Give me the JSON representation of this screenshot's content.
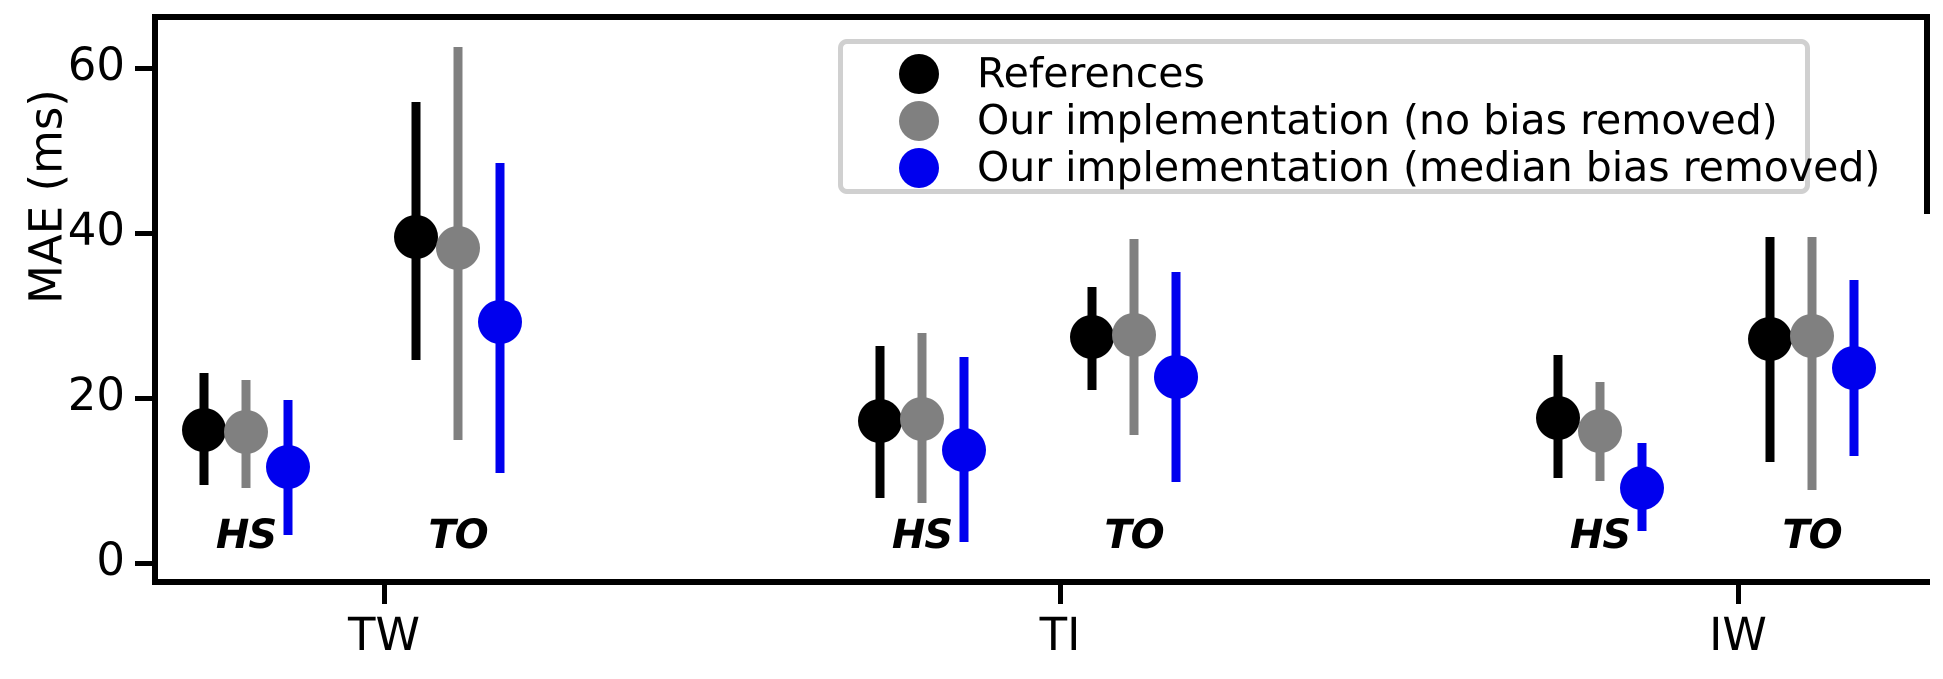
{
  "chart_data": {
    "type": "scatter",
    "title": "",
    "xlabel": "",
    "ylabel": "MAE (ms)",
    "ylim": [
      0,
      65
    ],
    "yticks": [
      0,
      20,
      40,
      60
    ],
    "ytick_labels": [
      "0",
      "20",
      "40",
      "60"
    ],
    "grid": false,
    "legend_position": "top-center",
    "x_categories": [
      "TW",
      "TI",
      "IW"
    ],
    "sub_categories": [
      "HS",
      "TO"
    ],
    "series": [
      {
        "name": "References",
        "color": "#000000"
      },
      {
        "name": "Our implementation (no bias removed)",
        "color": "#808080"
      },
      {
        "name": "Our implementation (median bias removed)",
        "color": "#0000ee"
      }
    ],
    "points": [
      {
        "group": "TW",
        "event": "HS",
        "series": "References",
        "value": 16.1,
        "low": 9.5,
        "high": 23.0
      },
      {
        "group": "TW",
        "event": "HS",
        "series": "Our implementation (no bias removed)",
        "value": 15.9,
        "low": 9.1,
        "high": 22.2
      },
      {
        "group": "TW",
        "event": "HS",
        "series": "Our implementation (median bias removed)",
        "value": 11.6,
        "low": 3.4,
        "high": 19.8
      },
      {
        "group": "TW",
        "event": "TO",
        "series": "References",
        "value": 39.5,
        "low": 24.6,
        "high": 55.9
      },
      {
        "group": "TW",
        "event": "TO",
        "series": "Our implementation (no bias removed)",
        "value": 38.2,
        "low": 14.9,
        "high": 62.5
      },
      {
        "group": "TW",
        "event": "TO",
        "series": "Our implementation (median bias removed)",
        "value": 29.2,
        "low": 10.9,
        "high": 48.5
      },
      {
        "group": "TI",
        "event": "HS",
        "series": "References",
        "value": 17.2,
        "low": 7.9,
        "high": 26.3
      },
      {
        "group": "TI",
        "event": "HS",
        "series": "Our implementation (no bias removed)",
        "value": 17.5,
        "low": 7.3,
        "high": 27.9
      },
      {
        "group": "TI",
        "event": "HS",
        "series": "Our implementation (median bias removed)",
        "value": 13.7,
        "low": 2.5,
        "high": 25.0
      },
      {
        "group": "TI",
        "event": "TO",
        "series": "References",
        "value": 27.4,
        "low": 21.0,
        "high": 33.5
      },
      {
        "group": "TI",
        "event": "TO",
        "series": "Our implementation (no bias removed)",
        "value": 27.6,
        "low": 15.5,
        "high": 39.3
      },
      {
        "group": "TI",
        "event": "TO",
        "series": "Our implementation (median bias removed)",
        "value": 22.5,
        "low": 9.8,
        "high": 35.3
      },
      {
        "group": "IW",
        "event": "HS",
        "series": "References",
        "value": 17.6,
        "low": 10.3,
        "high": 25.2
      },
      {
        "group": "IW",
        "event": "HS",
        "series": "Our implementation (no bias removed)",
        "value": 16.0,
        "low": 9.9,
        "high": 21.9
      },
      {
        "group": "IW",
        "event": "HS",
        "series": "Our implementation (median bias removed)",
        "value": 9.1,
        "low": 3.9,
        "high": 14.5
      },
      {
        "group": "IW",
        "event": "TO",
        "series": "References",
        "value": 27.2,
        "low": 12.2,
        "high": 39.5
      },
      {
        "group": "IW",
        "event": "TO",
        "series": "Our implementation (no bias removed)",
        "value": 27.5,
        "low": 8.8,
        "high": 39.5
      },
      {
        "group": "IW",
        "event": "TO",
        "series": "Our implementation (median bias removed)",
        "value": 23.6,
        "low": 13.0,
        "high": 34.3
      }
    ]
  },
  "axis": {
    "ylabel": "MAE (ms)",
    "ytick_labels": [
      "0",
      "20",
      "40",
      "60"
    ],
    "xtick_labels": [
      "TW",
      "TI",
      "IW"
    ]
  },
  "group_labels": [
    {
      "text": "HS",
      "group": "TW"
    },
    {
      "text": "TO",
      "group": "TW"
    },
    {
      "text": "HS",
      "group": "TI"
    },
    {
      "text": "TO",
      "group": "TI"
    },
    {
      "text": "HS",
      "group": "IW"
    },
    {
      "text": "TO",
      "group": "IW"
    }
  ],
  "legend": {
    "items": [
      {
        "label": "References",
        "color": "#000000",
        "marker": "circle-marker"
      },
      {
        "label": "Our implementation (no bias removed)",
        "color": "#808080",
        "marker": "circle-marker"
      },
      {
        "label": "Our implementation (median bias removed)",
        "color": "#0000ee",
        "marker": "circle-marker"
      }
    ]
  },
  "colors": {
    "references": "#000000",
    "no_bias_removed": "#808080",
    "median_bias_removed": "#0000ee",
    "legend_border": "#d0d0d0",
    "background": "#ffffff"
  }
}
